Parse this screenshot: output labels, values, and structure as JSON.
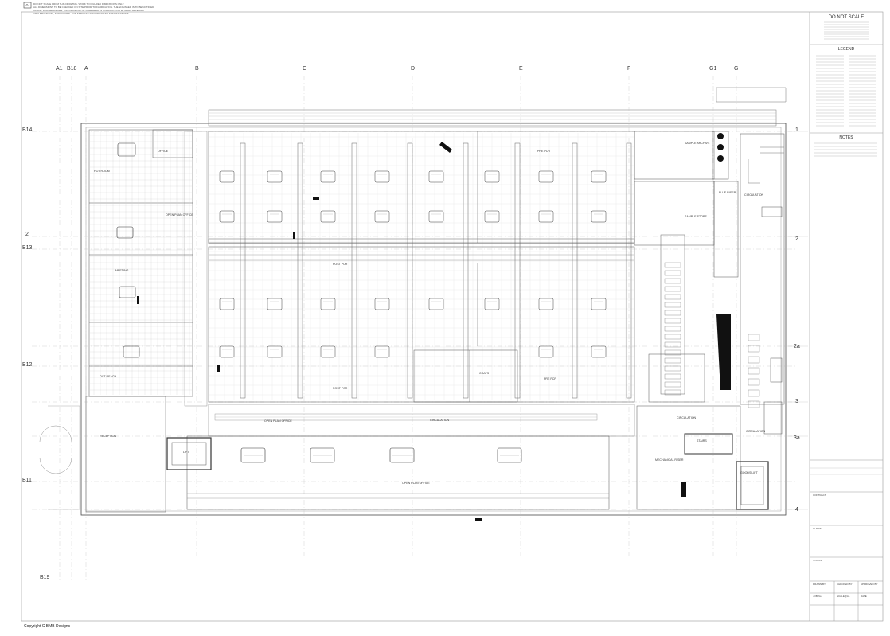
{
  "drawing_header": {
    "notes": [
      "DO NOT SCALE FROM THIS DRAWING. WORK TO FIGURED DIMENSIONS ONLY.",
      "ALL DIMENSIONS TO BE CHECKED ON SITE PRIOR TO FABRICATION. THE ENGINEER IS TO BE NOTIFIED",
      "OF ANY DISCREPANCIES. THIS DRAWING IS TO BE READ IN CONJUNCTION WITH ALL RELEVANT",
      "ARCHITECTURAL, STRUCTURAL AND SERVICES DRAWINGS AND SPECIFICATIONS."
    ]
  },
  "grid": {
    "columns": [
      "A1",
      "B18",
      "A",
      "B",
      "C",
      "D",
      "E",
      "F",
      "G1",
      "G"
    ],
    "rows_left": [
      "B14",
      "2",
      "B13",
      "B12",
      "B11",
      "B19"
    ],
    "rows_right": [
      "1",
      "2",
      "2a",
      "3",
      "3a",
      "4"
    ]
  },
  "rooms": {
    "hot_room": "HOT ROOM",
    "open_plan_office_1": "OPEN PLAN OFFICE",
    "meeting": "MEETING",
    "outreach": "OUT REACH",
    "reception": "RECEPTION",
    "lift": "LIFT",
    "post_pcr_1": "POST PCR",
    "post_pcr_2": "POST PCR",
    "pre_pcr_1": "PRE PCR",
    "pre_pcr_2": "PRE PCR",
    "sample_archive": "SAMPLE ARCHIVE",
    "sample_store": "SAMPLE STORE",
    "circulation_1": "CIRCULATION",
    "circulation_2": "CIRCULATION",
    "circulation_3": "CIRCULATION",
    "circulation_4": "CIRCULATION",
    "open_plan_office_2": "OPEN PLAN OFFICE",
    "open_plan_office_3": "OPEN PLAN OFFICE",
    "coats": "COATS",
    "stairs": "STAIRS",
    "mechanical_riser": "MECHANICAL RISER",
    "goods_lift": "GOODS LIFT",
    "flue_riser": "FLUE RISER",
    "office": "OFFICE"
  },
  "title_block": {
    "do_not_scale": "DO NOT SCALE",
    "legend_title": "LEGEND",
    "notes_title": "NOTES",
    "contract_label": "CONTRACT",
    "client_label": "CLIENT",
    "status_label": "STATUS",
    "drawn_by_label": "DRAWN BY",
    "checked_by_label": "CHECKED BY",
    "approved_by_label": "APPROVED BY",
    "job_no_label": "JOB No",
    "scale_label": "SCALE@A1",
    "date_label": "DATE"
  },
  "copyright": "Copyright  C  BMB Designs",
  "colors": {
    "line": "#8a8a8a",
    "line_dark": "#3a3a3a",
    "ink": "#222222",
    "fill_dark": "#111111"
  }
}
